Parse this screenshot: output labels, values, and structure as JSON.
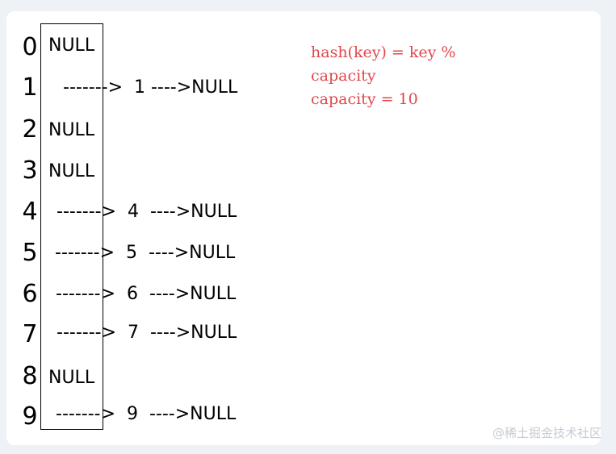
{
  "rows": [
    {
      "index": "0",
      "cell": "NULL",
      "chain": ""
    },
    {
      "index": "1",
      "cell": "",
      "chain": "------->  1 ---->NULL"
    },
    {
      "index": "2",
      "cell": "NULL",
      "chain": ""
    },
    {
      "index": "3",
      "cell": "NULL",
      "chain": ""
    },
    {
      "index": "4",
      "cell": "",
      "chain": "------->  4  ---->NULL"
    },
    {
      "index": "5",
      "cell": "",
      "chain": "------->  5  ---->NULL"
    },
    {
      "index": "6",
      "cell": "",
      "chain": "------->  6  ---->NULL"
    },
    {
      "index": "7",
      "cell": "",
      "chain": "------->  7  ---->NULL"
    },
    {
      "index": "8",
      "cell": "NULL",
      "chain": ""
    },
    {
      "index": "9",
      "cell": "",
      "chain": "------->  9  ---->NULL"
    }
  ],
  "formula": {
    "line1": "hash(key) = key %",
    "line2": "capacity",
    "line3": "capacity = 10"
  },
  "watermark": "@稀土掘金技术社区",
  "colors": {
    "formula_text": "#e0474c",
    "background": "#eef1f6",
    "card": "#ffffff"
  }
}
